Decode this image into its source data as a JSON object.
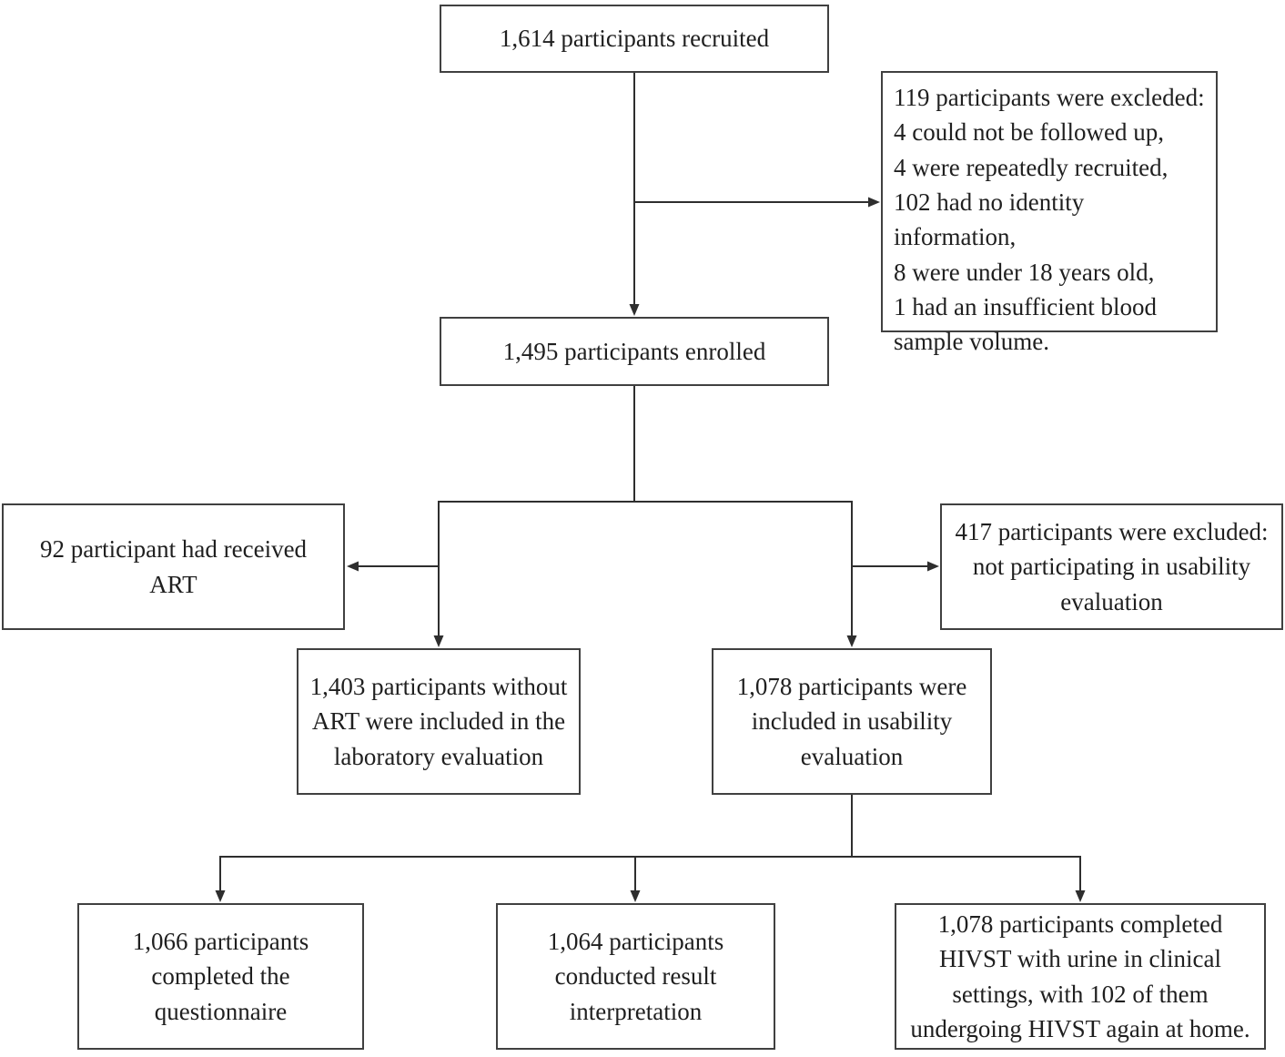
{
  "diagram": {
    "type": "participant-flow-chart",
    "colors": {
      "background": "#ffffff",
      "box_border": "#404040",
      "connector_line": "#2e2e2e",
      "text": "#1f1f1f"
    },
    "boxes": {
      "recruited": {
        "text": "1,614 participants recruited"
      },
      "excluded_initial": {
        "text": "119 participants were excleded:\n4 could not be followed up,\n4 were repeatedly recruited,\n102 had no identity information,\n8 were under 18 years old,\n1 had an insufficient blood\nsample volume."
      },
      "enrolled": {
        "text": "1,495 participants enrolled"
      },
      "art_received": {
        "text": "92 participant had received\nART"
      },
      "excluded_usability": {
        "text": "417 participants were excluded:\nnot participating in usability\nevaluation"
      },
      "lab_eval": {
        "text": "1,403 participants without\nART were included in the\nlaboratory evaluation"
      },
      "usability_eval": {
        "text": "1,078 participants were\nincluded in usability\nevaluation"
      },
      "questionnaire": {
        "text": "1,066 participants\ncompleted the\nquestionnaire"
      },
      "interpretation": {
        "text": "1,064 participants\nconducted result\ninterpretation"
      },
      "hivst_completed": {
        "text": "1,078 participants completed\nHIVST with urine in clinical\nsettings, with 102 of them\nundergoing HIVST again at home."
      }
    }
  }
}
